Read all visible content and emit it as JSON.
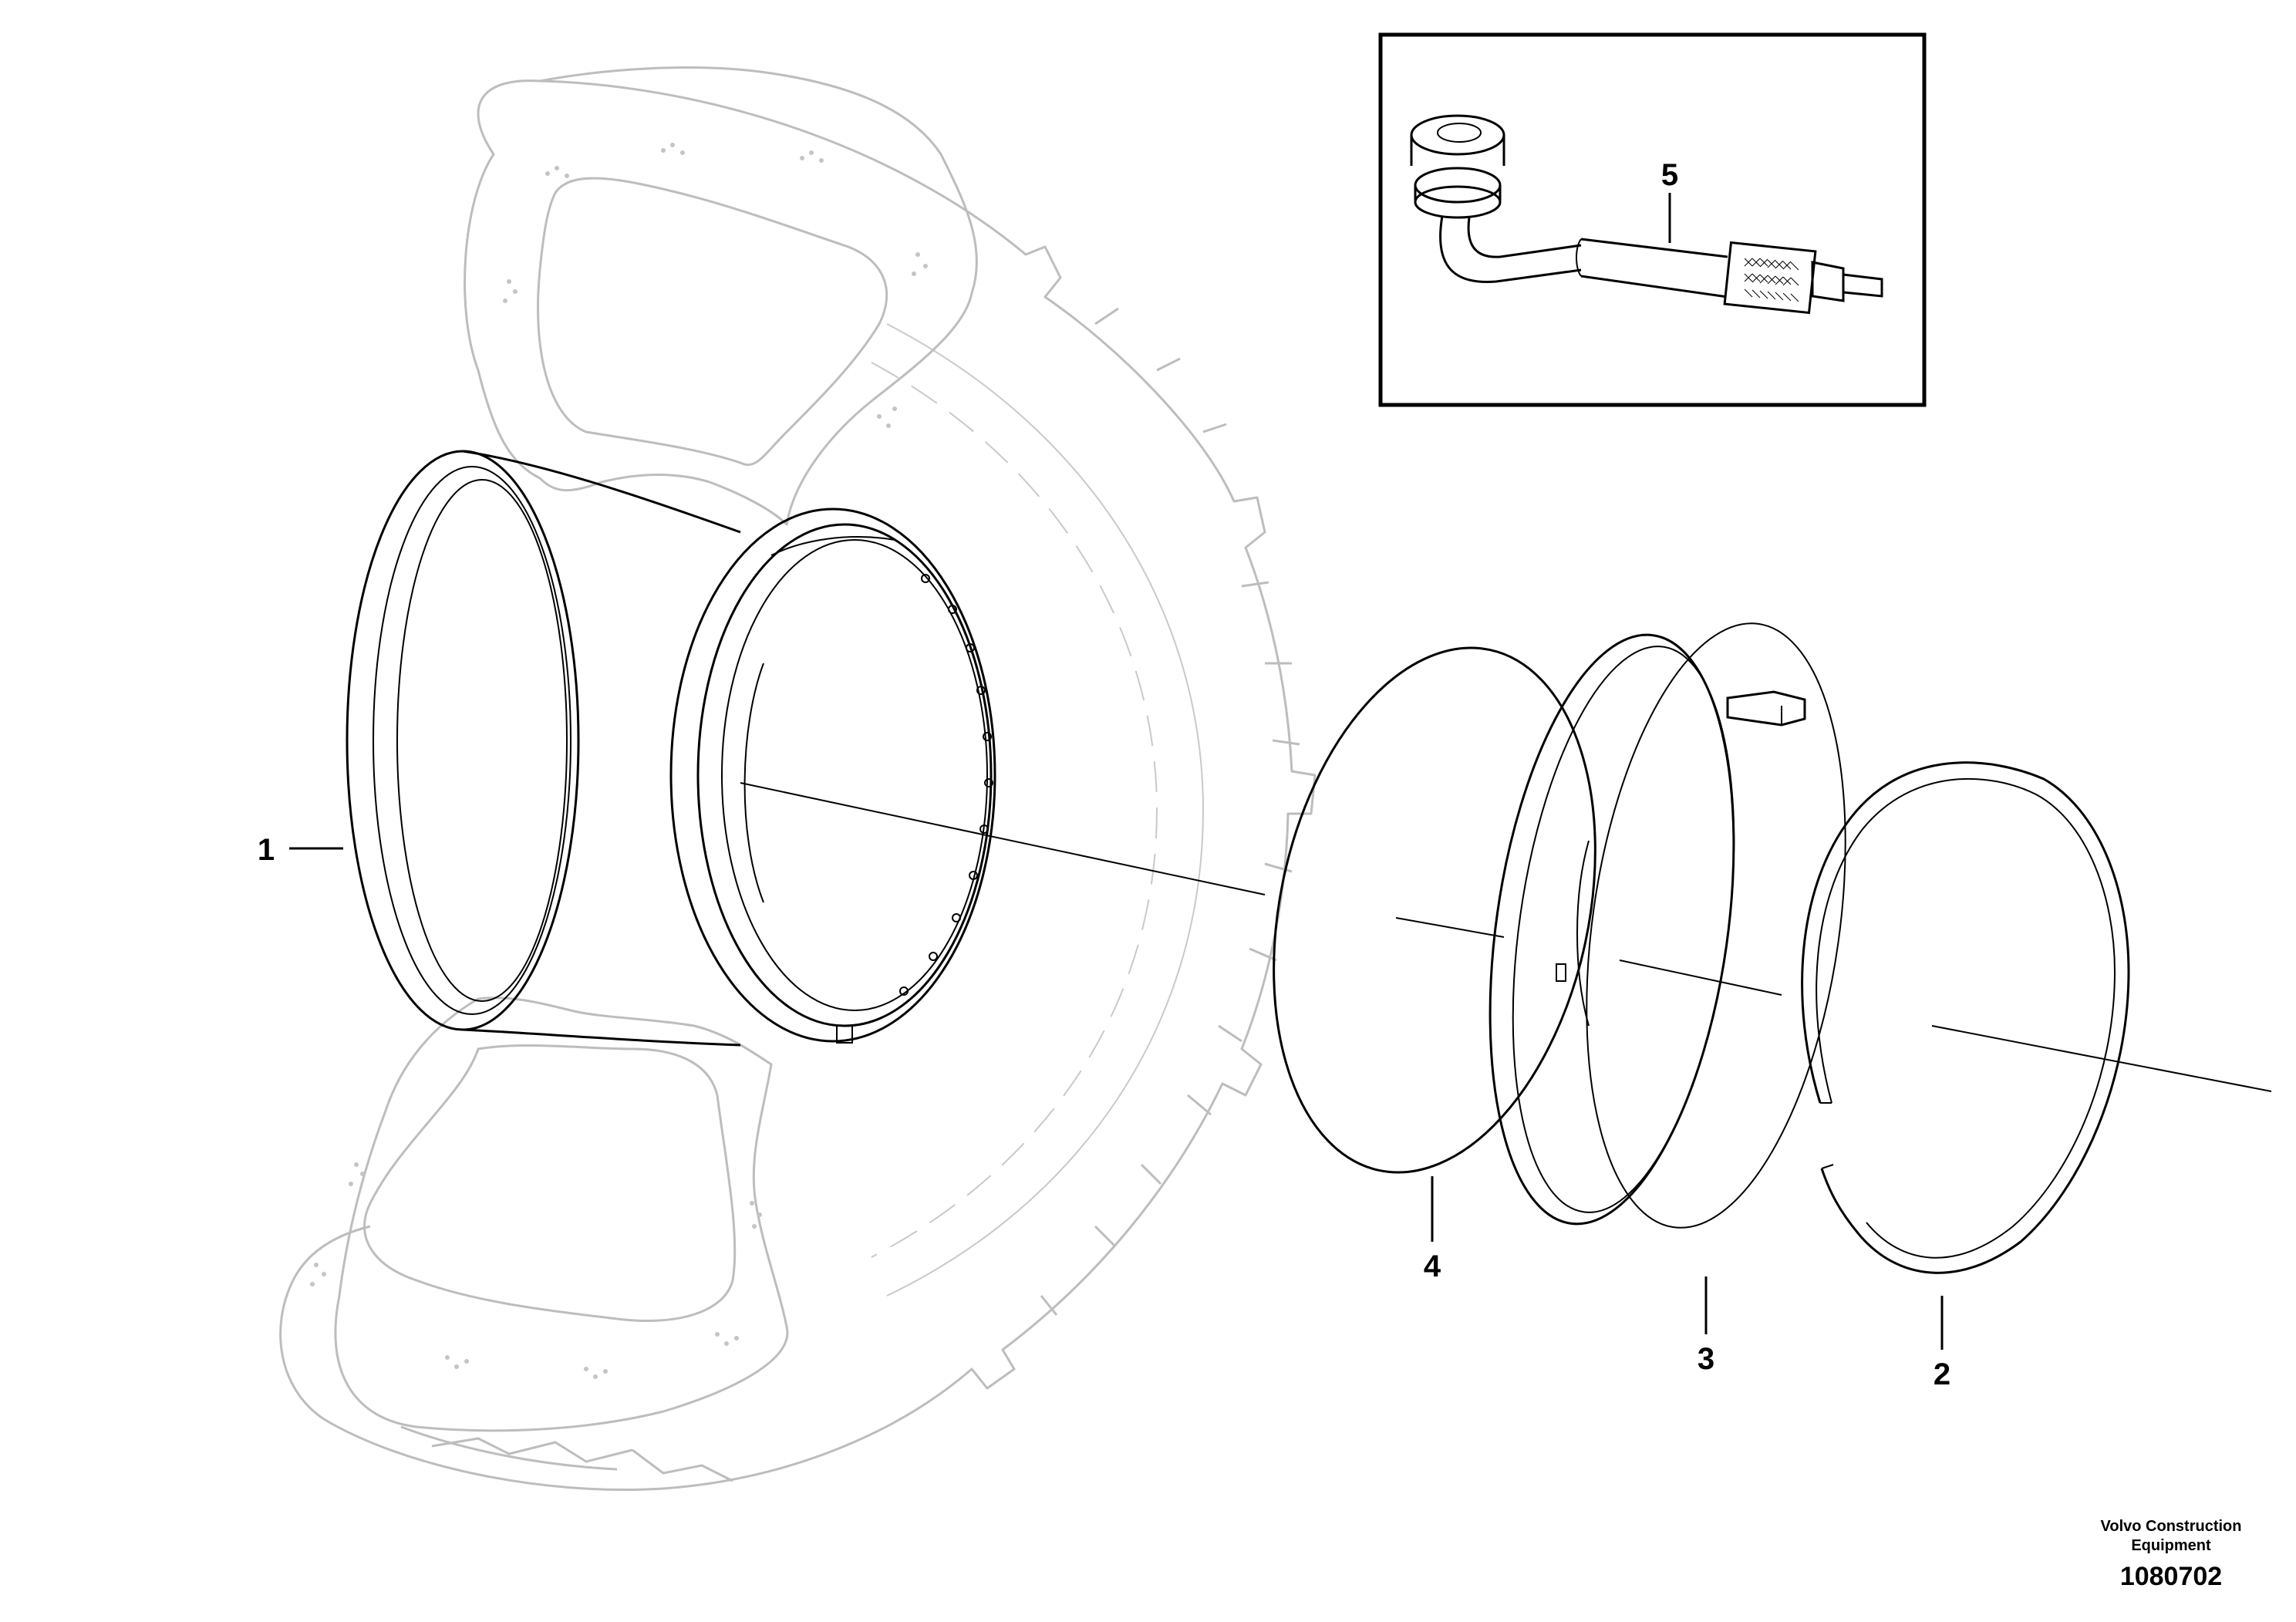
{
  "callouts": [
    {
      "id": "1",
      "label": "1"
    },
    {
      "id": "2",
      "label": "2"
    },
    {
      "id": "3",
      "label": "3"
    },
    {
      "id": "4",
      "label": "4"
    },
    {
      "id": "5",
      "label": "5"
    }
  ],
  "footer": {
    "brand_line1": "Volvo Construction",
    "brand_line2": "Equipment",
    "doc_number": "1080702"
  }
}
